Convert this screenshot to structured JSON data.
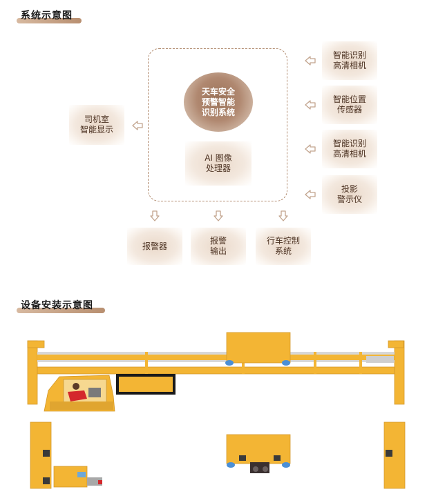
{
  "sections": {
    "diagram_title": "系统示意图",
    "install_title": "设备安装示意图"
  },
  "core": "天车安全\n预警智能\n识别系统",
  "ai_box": "AI 图像\n处理器",
  "cab_display": "司机室\n智能显示",
  "inputs": [
    "智能识别\n高清相机",
    "智能位置\n传感器",
    "智能识别\n高清相机",
    "投影\n警示仪"
  ],
  "outputs": [
    "报警器",
    "报警\n输出",
    "行车控制\n系统"
  ],
  "colors": {
    "accent": "#b28c70",
    "crane_yellow": "#f3b534"
  }
}
